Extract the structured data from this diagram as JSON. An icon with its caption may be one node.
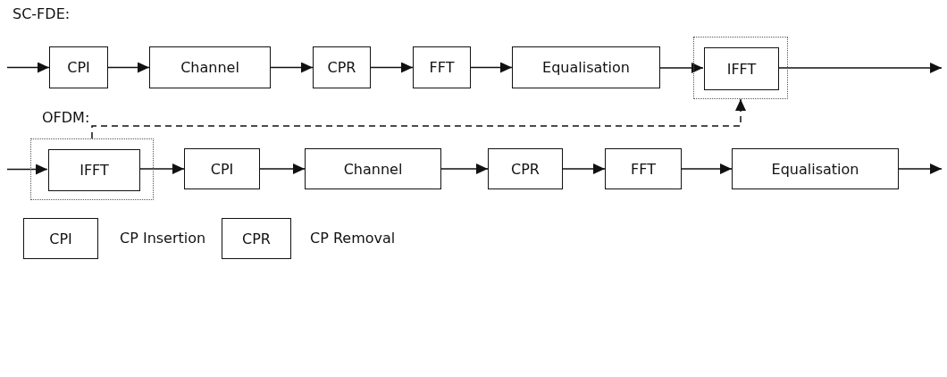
{
  "diagram": {
    "nodes": [
      {
        "text": [
          "CPI"
        ]
      },
      {
        "text": [
          "Channel"
        ]
      },
      {
        "text": [
          "CPR"
        ]
      },
      {
        "text": [
          "FFT"
        ]
      },
      {
        "text": [
          "Equalisation"
        ]
      },
      {
        "text": [],
        "shape": "box"
      },
      {
        "text": [
          "IFFT"
        ],
        "in": 5
      },
      {
        "text": [],
        "shape": "box"
      },
      {
        "text": [
          "IFFT"
        ],
        "in": 7
      },
      {
        "text": [
          "CPI"
        ]
      },
      {
        "text": [
          "Channel"
        ]
      },
      {
        "text": [
          "CPR"
        ]
      },
      {
        "text": [
          "FFT"
        ]
      },
      {
        "text": [
          "Equalisation"
        ]
      },
      {
        "text": [
          "CPI"
        ],
        "beside": [
          "CP Insertion"
        ]
      },
      {
        "text": [
          "CPR"
        ],
        "beside": [
          "CP Removal"
        ]
      }
    ],
    "edges": [
      {
        "from": null,
        "to": 0,
        "arrow": "to"
      },
      {
        "from": 0,
        "to": 1,
        "arrow": "to"
      },
      {
        "from": 1,
        "to": 2,
        "arrow": "to"
      },
      {
        "from": 2,
        "to": 3,
        "arrow": "to"
      },
      {
        "from": 3,
        "to": 4,
        "arrow": "to"
      },
      {
        "from": 4,
        "to": 6,
        "arrow": "to"
      },
      {
        "from": 6,
        "to": null,
        "arrow": "to"
      },
      {
        "from": 7,
        "to": 5,
        "arrow": "to",
        "style": "dashed"
      },
      {
        "from": null,
        "to": 8,
        "arrow": "to"
      },
      {
        "from": 8,
        "to": 9,
        "arrow": "to"
      },
      {
        "from": 9,
        "to": 10,
        "arrow": "to"
      },
      {
        "from": 10,
        "to": 11,
        "arrow": "to"
      },
      {
        "from": 11,
        "to": 12,
        "arrow": "to"
      },
      {
        "from": 12,
        "to": 13,
        "arrow": "to"
      },
      {
        "from": 13,
        "to": null,
        "arrow": "to"
      }
    ],
    "labels": [
      "SC-FDE:",
      "OFDM:"
    ]
  }
}
